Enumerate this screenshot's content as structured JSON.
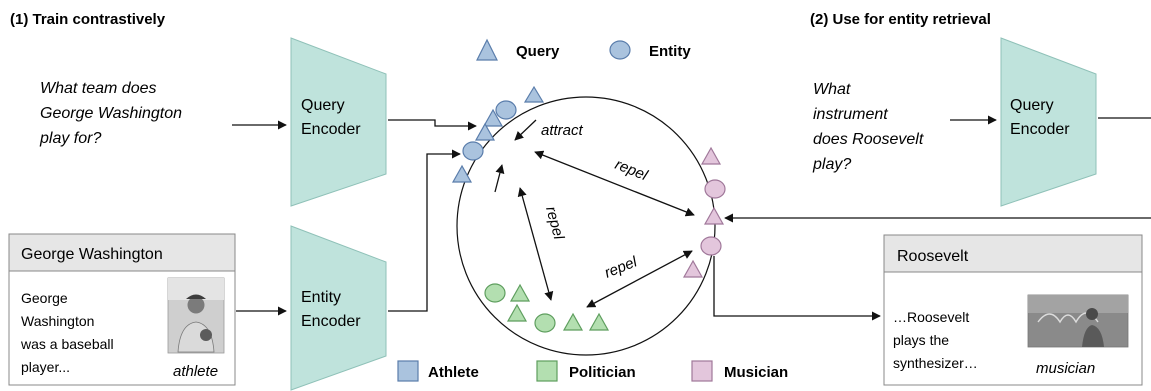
{
  "left_panel": {
    "title": "(1) Train contrastively",
    "query_lines": [
      "What team does",
      "George Washington",
      "play for?"
    ],
    "query_encoder_lines": [
      "Query",
      "Encoder"
    ],
    "entity_encoder_lines": [
      "Entity",
      "Encoder"
    ],
    "entity_box": {
      "title": "George Washington",
      "body_lines": [
        "George",
        "Washington",
        "was a baseball",
        "player..."
      ],
      "tag": "athlete"
    }
  },
  "right_panel": {
    "title": "(2) Use for entity retrieval",
    "query_lines": [
      "What",
      "instrument",
      "does Roosevelt",
      "play?"
    ],
    "query_encoder_lines": [
      "Query",
      "Encoder"
    ],
    "entity_box": {
      "title": "Roosevelt",
      "body_lines": [
        "…Roosevelt",
        "plays the",
        "synthesizer…"
      ],
      "tag": "musician"
    }
  },
  "center": {
    "legend_top": [
      {
        "label": "Query",
        "shape": "triangle"
      },
      {
        "label": "Entity",
        "shape": "circle"
      }
    ],
    "edge_labels": {
      "attract": "attract",
      "repel_top": "repel",
      "repel_left": "repel",
      "repel_right": "repel"
    },
    "legend_bottom": [
      {
        "label": "Athlete",
        "color": "#aac3de"
      },
      {
        "label": "Politician",
        "color": "#b3dfb0"
      },
      {
        "label": "Musician",
        "color": "#e3c6dc"
      }
    ]
  },
  "colors": {
    "encoder_fill": "#bfe3dc",
    "athlete": "#aac3de",
    "athlete_stroke": "#5a7dab",
    "politician": "#b3dfb0",
    "politician_stroke": "#5e9e5e",
    "musician": "#e3c6dc",
    "musician_stroke": "#a0789a",
    "box_header": "#e6e6e6"
  }
}
